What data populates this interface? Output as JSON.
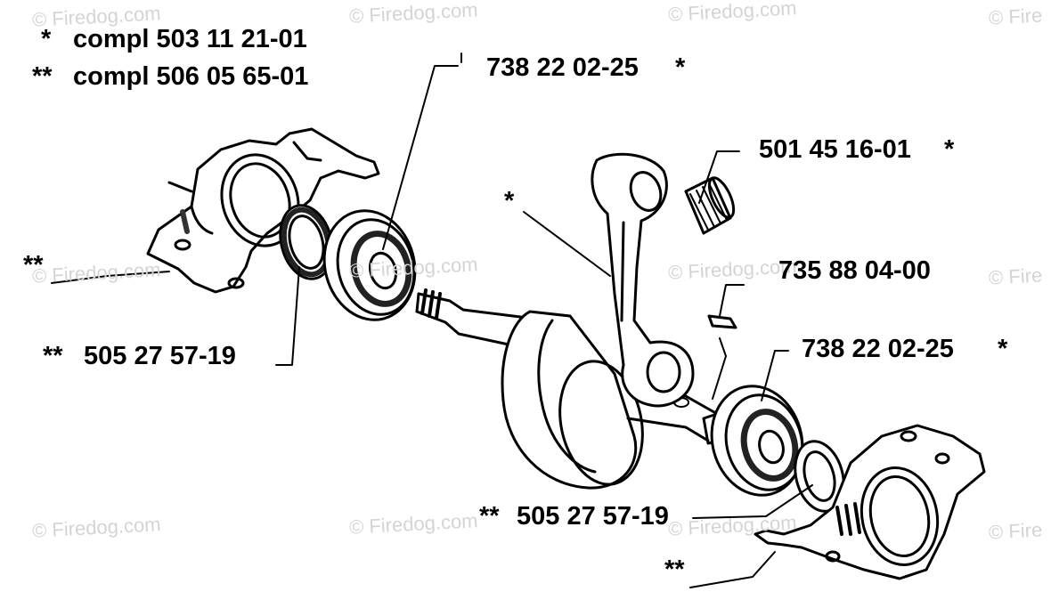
{
  "legend": {
    "single_star": {
      "marker": "*",
      "text": "compl 503 11 21-01"
    },
    "double_star": {
      "marker": "**",
      "text": "compl 506 05 65-01"
    }
  },
  "parts": {
    "bearing_top": {
      "number": "738 22 02-25",
      "marker": "*"
    },
    "needle_bearing": {
      "number": "501 45 16-01",
      "marker": "*"
    },
    "key": {
      "number": "735 88 04-00"
    },
    "bearing_right": {
      "number": "738 22 02-25",
      "marker": "*"
    },
    "seal_left": {
      "marker": "**",
      "number": "505 27 57-19"
    },
    "seal_right": {
      "marker": "**",
      "number": "505 27 57-19"
    },
    "housing_left_marker": "**",
    "housing_right_marker": "**",
    "crank_marker": "*"
  },
  "watermark": "© Firedog.com",
  "watermark_partial": "© Fire"
}
